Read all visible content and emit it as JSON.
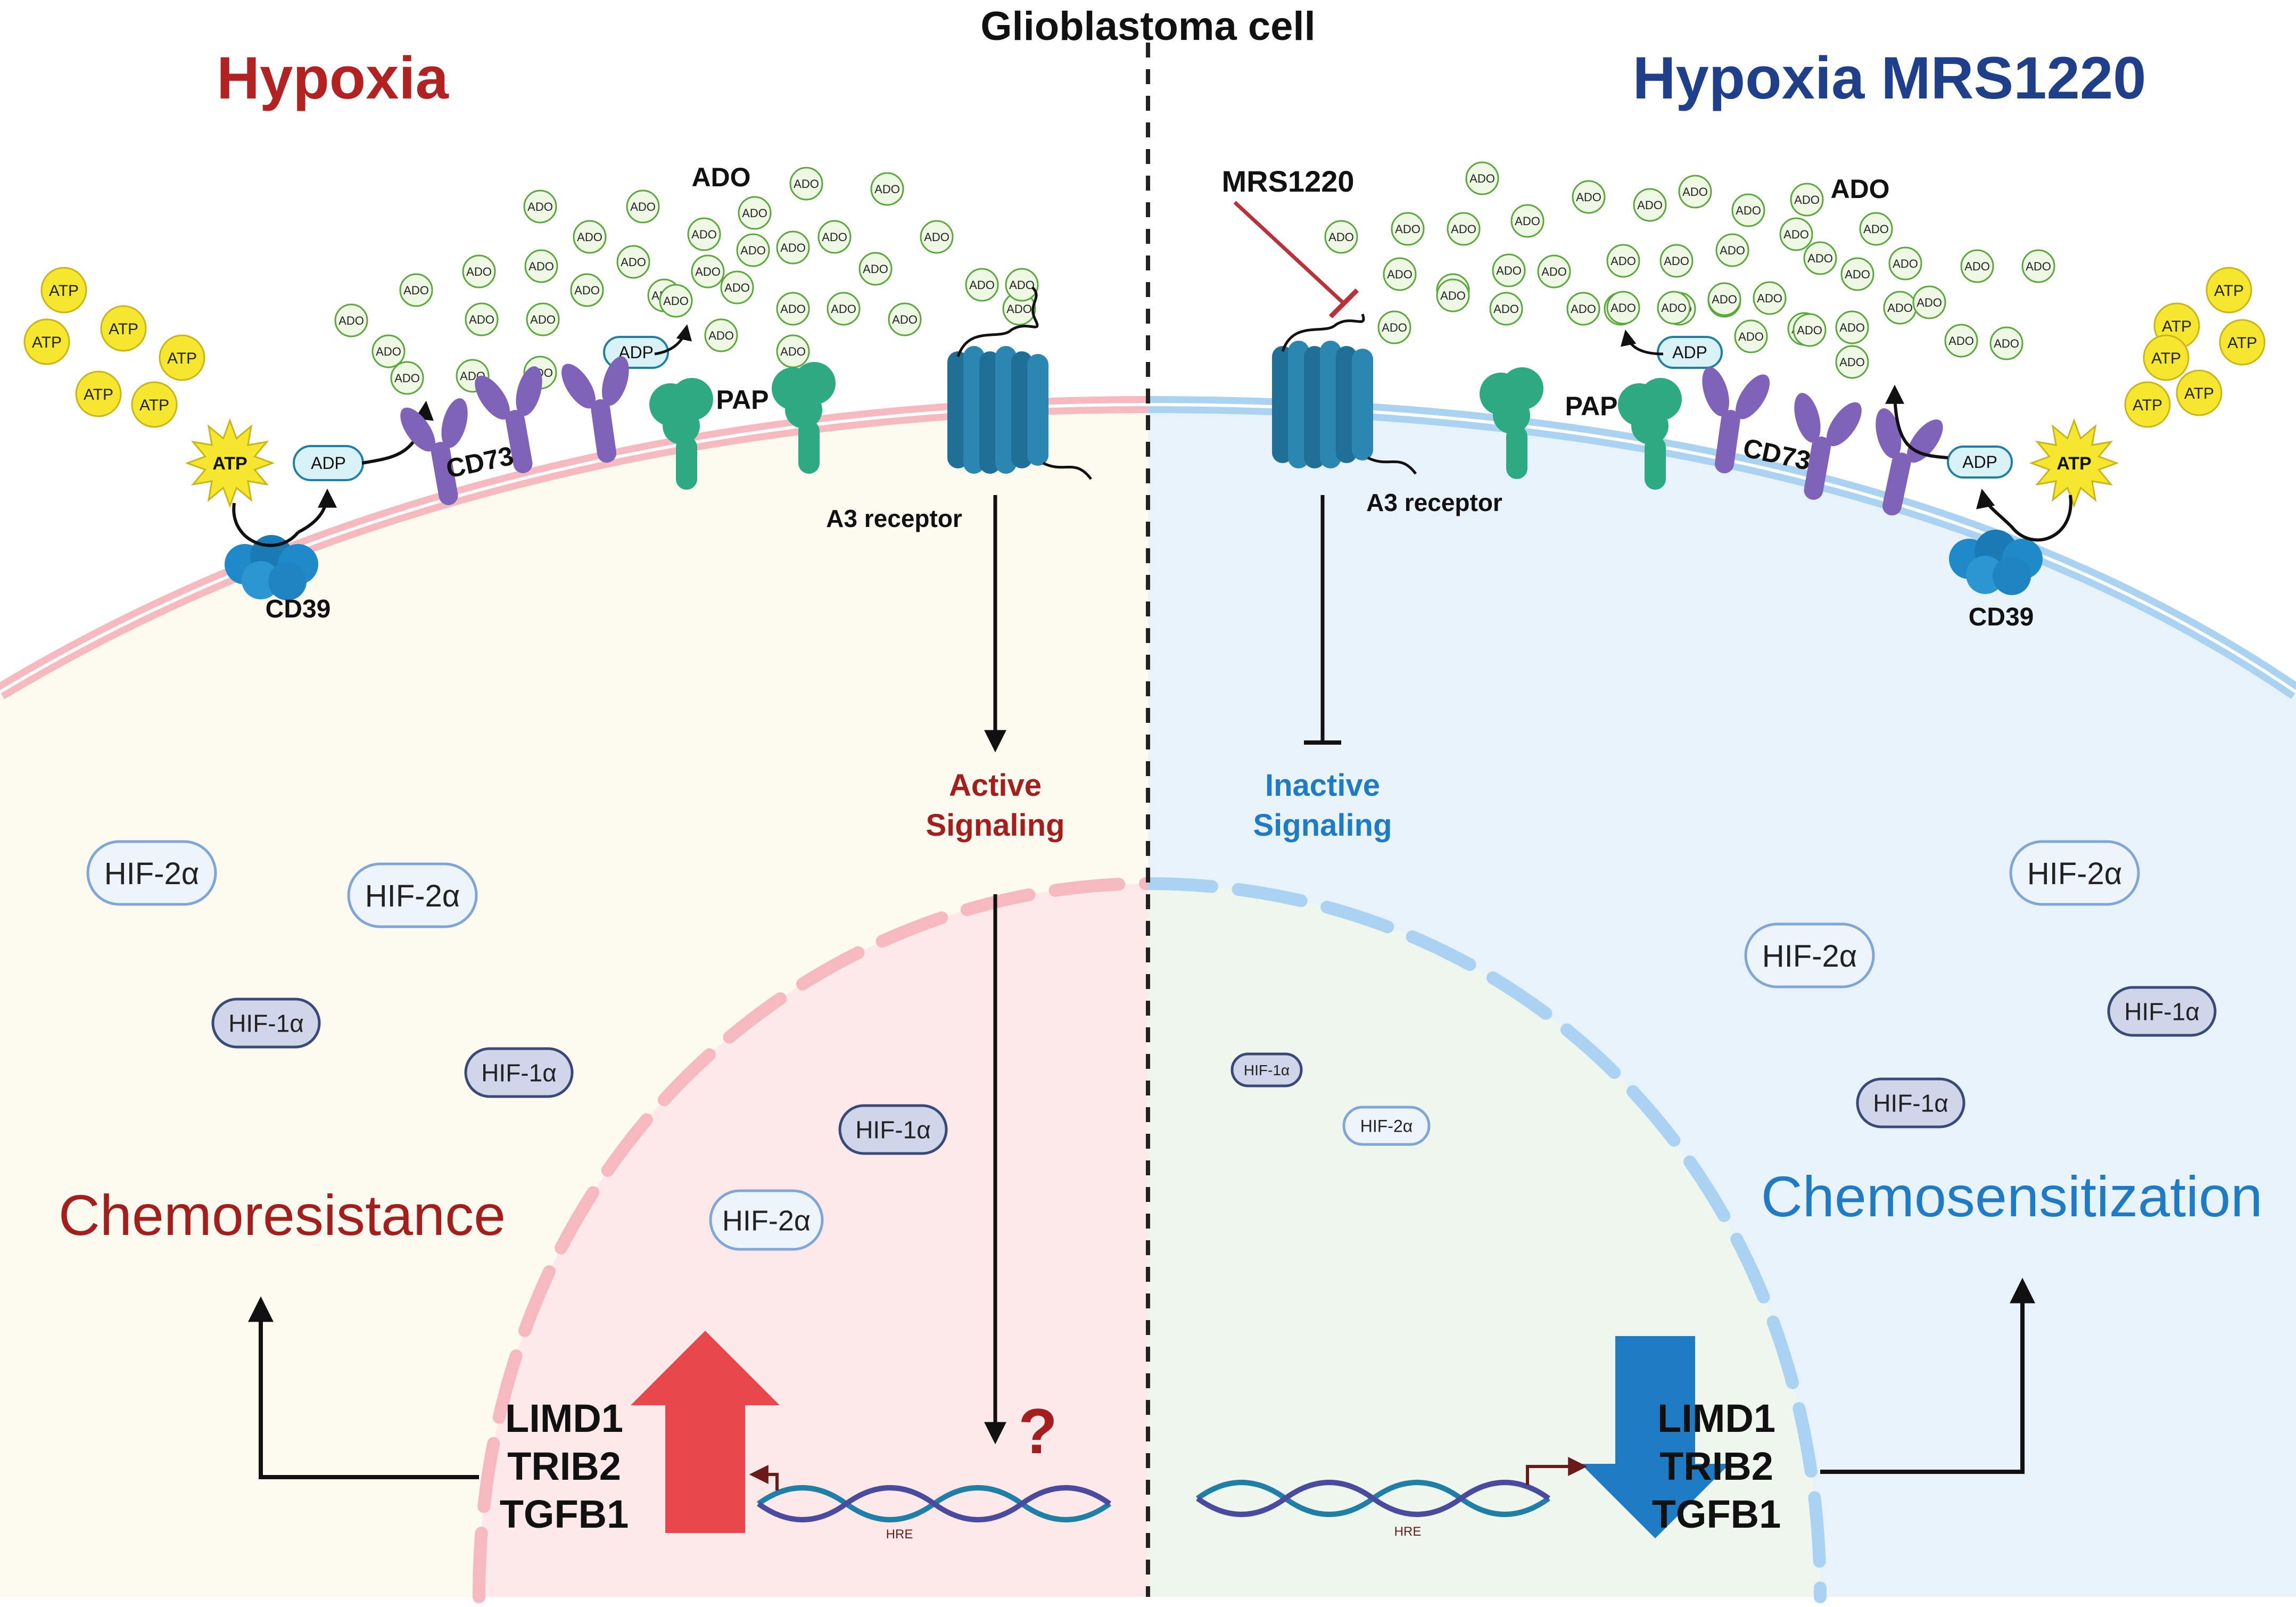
{
  "title": "Glioblastoma cell",
  "left": {
    "heading": "Hypoxia",
    "ado_label": "ADO",
    "pap_label": "PAP",
    "cd73_label": "CD73",
    "cd39_label": "CD39",
    "receptor_label": "A3 receptor",
    "signaling_line1": "Active",
    "signaling_line2": "Signaling",
    "question_mark": "?",
    "outcome": "Chemoresistance",
    "genes": [
      "LIMD1",
      "TRIB2",
      "TGFB1"
    ],
    "hre_label": "HRE",
    "hif": [
      "HIF-2α",
      "HIF-2α",
      "HIF-1α",
      "HIF-1α",
      "HIF-1α",
      "HIF-2α"
    ]
  },
  "right": {
    "heading": "Hypoxia MRS1220",
    "inhibitor": "MRS1220",
    "ado_label": "ADO",
    "pap_label": "PAP",
    "cd73_label": "CD73",
    "cd39_label": "CD39",
    "receptor_label": "A3 receptor",
    "signaling_line1": "Inactive",
    "signaling_line2": "Signaling",
    "outcome": "Chemosensitization",
    "genes": [
      "LIMD1",
      "TRIB2",
      "TGFB1"
    ],
    "hre_label": "HRE",
    "hif": [
      "HIF-1α",
      "HIF-2α",
      "HIF-2α",
      "HIF-2α",
      "HIF-1α",
      "HIF-1α"
    ]
  },
  "molecules": {
    "atp": "ATP",
    "adp": "ADP",
    "ado": "ADO"
  },
  "colors": {
    "left_heading": "#b22222",
    "right_heading": "#1f3f8a",
    "left_outcome": "#a41e1e",
    "right_outcome": "#1e7bc4",
    "atp": "#f5e62e",
    "ado_fill": "#eef8e4",
    "ado_stroke": "#5aa83c",
    "cd39": "#1e8bc8",
    "cd73": "#7f63b8",
    "pap": "#2eaa82",
    "receptor": "#1f6f96",
    "up_arrow": "#e8474c",
    "down_arrow": "#1e7bc4"
  }
}
